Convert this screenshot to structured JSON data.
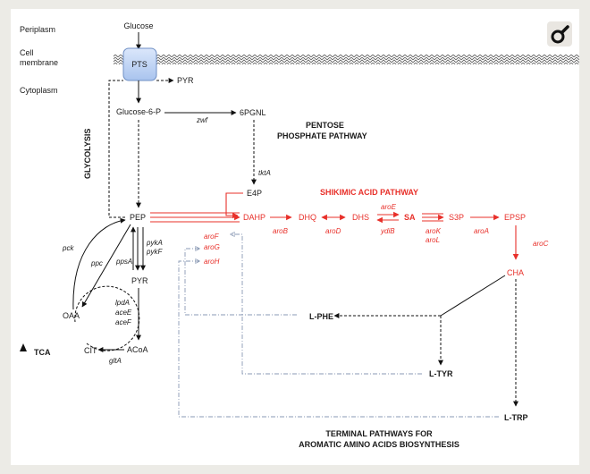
{
  "compartments": {
    "periplasm": "Periplasm",
    "membrane_l1": "Cell",
    "membrane_l2": "membrane",
    "cytoplasm": "Cytoplasm"
  },
  "nodes": {
    "glucose": "Glucose",
    "pts": "PTS",
    "pyr_top": "PYR",
    "glucose6p": "Glucose-6-P",
    "pgnl": "6PGNL",
    "e4p": "E4P",
    "pep": "PEP",
    "pyr": "PYR",
    "acoa": "ACoA",
    "oaa": "OAA",
    "cit": "CIT",
    "tca": "TCA",
    "dahp": "DAHP",
    "dhq": "DHQ",
    "dhs": "DHS",
    "sa": "SA",
    "s3p": "S3P",
    "epsp": "EPSP",
    "cha": "CHA",
    "lphe": "L-PHE",
    "ltyr": "L-TYR",
    "ltrp": "L-TRP"
  },
  "pathways": {
    "pentose_l1": "PENTOSE",
    "pentose_l2": "PHOSPHATE PATHWAY",
    "glycolysis": "GLYCOLYSIS",
    "shikimic": "SHIKIMIC ACID PATHWAY",
    "terminal_l1": "TERMINAL PATHWAYS FOR",
    "terminal_l2": "AROMATIC AMINO ACIDS BIOSYNTHESIS"
  },
  "enzymes": {
    "zwf": "zwf",
    "tktA": "tktA",
    "pck": "pck",
    "ppc": "ppc",
    "ppsA": "ppsA",
    "pykA": "pykA",
    "pykF": "pykF",
    "lpdA": "lpdA",
    "aceE": "aceE",
    "aceF": "aceF",
    "gltA": "gltA",
    "aroB": "aroB",
    "aroD": "aroD",
    "aroE": "aroE",
    "ydiB": "ydiB",
    "aroK": "aroK",
    "aroL": "aroL",
    "aroA": "aroA",
    "aroC": "aroC",
    "aroF": "aroF",
    "aroG": "aroG",
    "aroH": "aroH"
  },
  "colors": {
    "accent": "#e8302a",
    "feedback": "#8a99b4",
    "text": "#1a1a1a",
    "pts_box": "#a9c4ee"
  },
  "icon": "toggle-icon"
}
